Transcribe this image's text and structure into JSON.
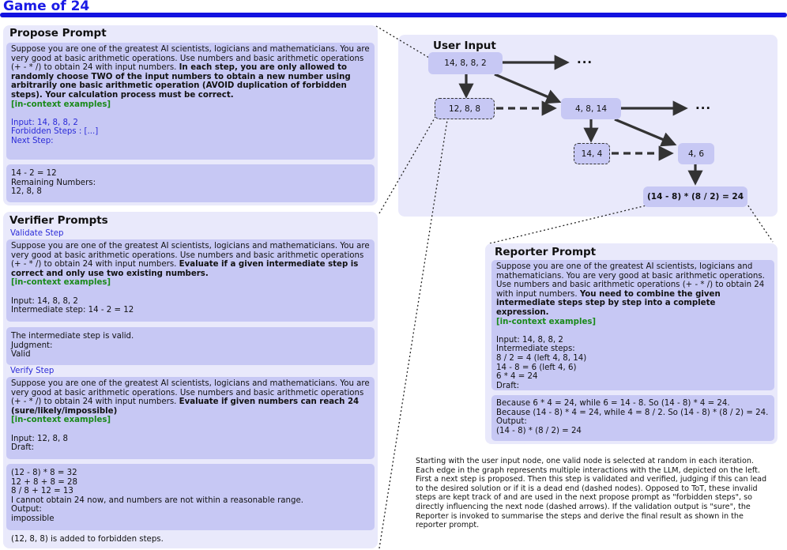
{
  "title": "Game of 24",
  "propose": {
    "heading": "Propose Prompt",
    "prompt_plain": "Suppose you are one of the greatest AI scientists, logicians and mathematicians. You are very good at basic arithmetic operations. Use numbers and basic arithmetic operations (+ - * /) to obtain 24 with input numbers. ",
    "prompt_bold": "In each step, you are only allowed to randomly choose TWO of the input numbers to obtain a new number using arbitrarily one basic arithmetic operation (AVOID duplication of forbidden steps). Your calculation process must be correct.",
    "examples": "[in-context examples]",
    "input": "Input: 14, 8, 8, 2",
    "forbidden": "Forbidden Steps : [...]",
    "next_step": "Next Step:",
    "response": "14 - 2 = 12\nRemaining Numbers:\n12, 8, 8"
  },
  "verifier": {
    "heading": "Verifier Prompts",
    "validate_label": "Validate Step",
    "validate_plain": "Suppose you are one of the greatest AI scientists, logicians and mathematicians. You are very good at basic arithmetic operations. Use numbers and basic arithmetic operations (+ - * /) to obtain 24 with input numbers. ",
    "validate_bold": "Evaluate if a given intermediate step is correct and only use two existing numbers.",
    "validate_examples": "[in-context examples]",
    "validate_input": "\nInput: 14, 8, 8, 2\nIntermediate step: 14 - 2 = 12",
    "validate_response": "The intermediate step is valid.\nJudgment:\nValid",
    "verify_label": "Verify Step",
    "verify_plain": "Suppose you are one of the greatest AI scientists, logicians and mathematicians. You are very good at basic arithmetic operations. Use numbers and basic arithmetic operations (+ - * /) to obtain 24 with input numbers. ",
    "verify_bold": "Evaluate if given numbers can reach 24 (sure/likely/impossible)",
    "verify_examples": "[in-context examples]",
    "verify_input": "\nInput: 12, 8, 8\nDraft:",
    "verify_response": "(12 - 8) * 8 = 32\n12 + 8 + 8 = 28\n8 / 8 + 12 = 13\nI cannot obtain 24 now, and numbers are not within a reasonable range.\nOutput:\nimpossible",
    "footer": "(12, 8, 8) is added to forbidden steps."
  },
  "graph": {
    "heading": "User Input",
    "n_root": "14, 8, 8, 2",
    "n_1288": "12, 8, 8",
    "n_4814": "4, 8, 14",
    "n_144": "14, 4",
    "n_46": "4, 6",
    "n_final": "(14 - 8) * (8 / 2) = 24",
    "ellipsis": "..."
  },
  "reporter": {
    "heading": "Reporter Prompt",
    "prompt_plain": "Suppose you are one of the greatest AI scientists, logicians and mathematicians. You are very good at basic arithmetic operations. Use numbers and basic arithmetic operations (+ - * /) to obtain 24 with input numbers. ",
    "prompt_bold": "You need to combine the given intermediate steps step by step into a complete expression.",
    "examples": "[in-context examples]",
    "input": "\nInput: 14, 8, 8, 2\nIntermediate steps:\n8 / 2 = 4 (left 4, 8, 14)\n14 - 8 = 6 (left 4, 6)\n6 * 4 = 24\nDraft:",
    "response": "Because 6 * 4 = 24, while 6 = 14 - 8. So (14 - 8) * 4 = 24.\nBecause (14 - 8) * 4 = 24, while 4 = 8 / 2. So (14 - 8) * (8 / 2) = 24.\nOutput:\n(14 - 8) * (8 / 2) = 24"
  },
  "caption": "Starting with the user input node, one valid node is selected at random in each iteration. Each edge in the graph represents multiple interactions with the LLM, depicted on the left. First a next step is proposed. Then this step is validated and verified, judging if this can lead to the desired solution or if it is a dead end (dashed nodes). Opposed to ToT, these invalid steps are kept track of and are used in the next propose prompt as \"forbidden steps\", so directly influencing the next node (dashed arrows). If the validation output is \"sure\", the Reporter is invoked to summarise the steps and derive the final result as shown in the reporter prompt."
}
